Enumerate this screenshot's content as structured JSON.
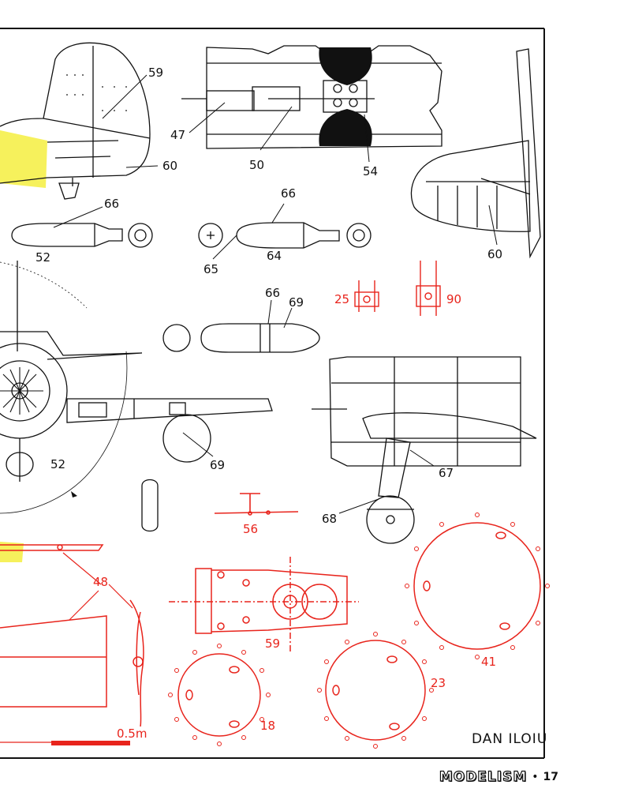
{
  "page": {
    "author": "DAN ILOIU",
    "magazine": "MODELISM",
    "bullet": "•",
    "page_number": "17",
    "colors": {
      "ink": "#111111",
      "accent": "#e8241c",
      "highlight": "#f4ee40"
    }
  },
  "labels_black": [
    "59",
    "60",
    "47",
    "50",
    "54",
    "66",
    "52",
    "65",
    "64",
    "60",
    "66",
    "69",
    "52",
    "69",
    "68",
    "67"
  ],
  "labels_red": [
    "25",
    "90",
    "56",
    "48",
    "59",
    "41",
    "23",
    "18"
  ],
  "scale_label": "0.5m"
}
